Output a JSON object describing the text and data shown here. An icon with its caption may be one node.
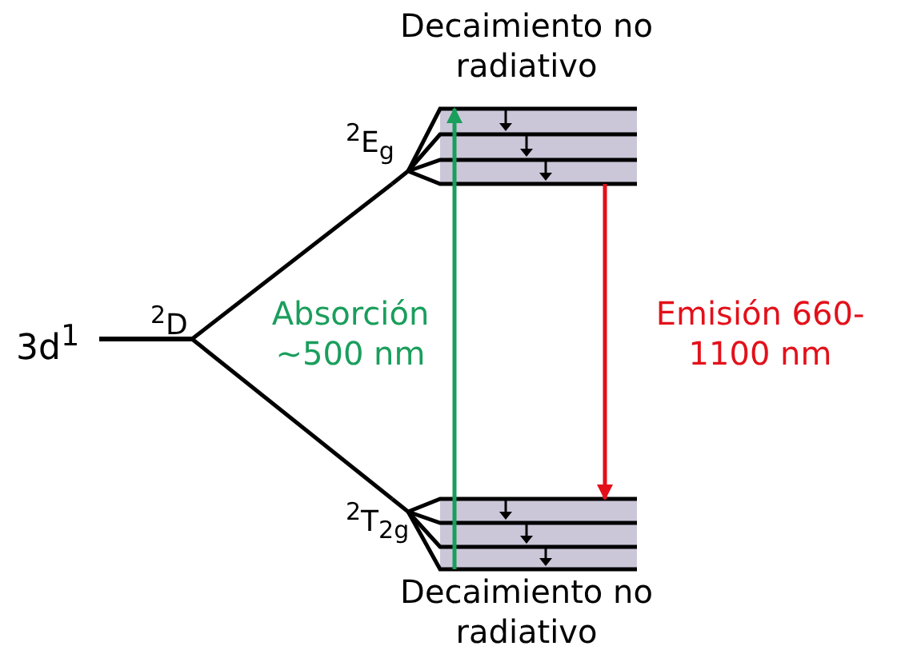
{
  "diagram": {
    "nodes": [
      {
        "text": [
          "3d$^{1}$",
          "$^{2}$D"
        ]
      },
      {
        "text": [
          "$^{2}$E$_{g}$"
        ],
        "beside": [
          "Decaimiento no radiativo"
        ]
      },
      {
        "text": [
          "$^{2}$T$_{2g}$"
        ],
        "beside": [
          "Decaimiento no radiativo"
        ]
      }
    ],
    "edges": [
      {
        "from": 0,
        "to": 1,
        "arrow": "none"
      },
      {
        "from": 0,
        "to": 2,
        "arrow": "none"
      },
      {
        "from": 2,
        "to": 1,
        "arrow": "to",
        "label": "Absorción ~500 nm",
        "color": "#1a9e5c"
      },
      {
        "from": 1,
        "to": 2,
        "arrow": "to",
        "label": "Emisión 660-1100 nm",
        "color": "#e3101a"
      }
    ]
  }
}
